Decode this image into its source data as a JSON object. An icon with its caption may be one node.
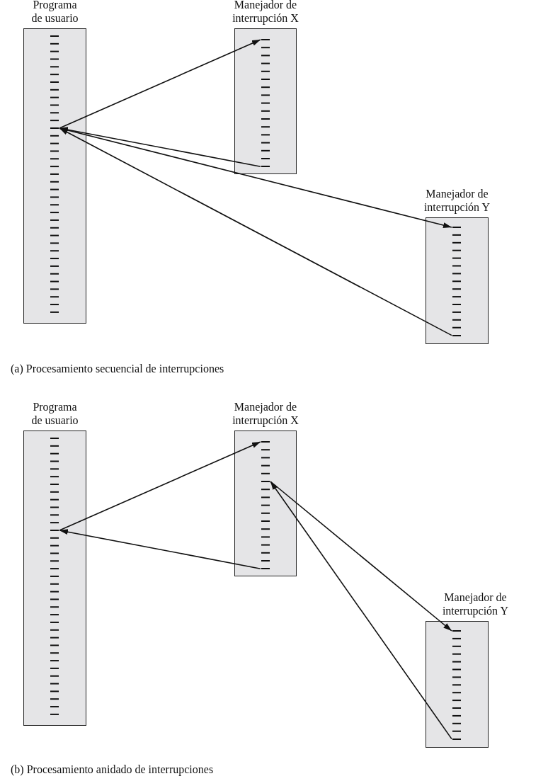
{
  "diagram": {
    "nodes": [
      {
        "text": [
          "Programa de usuario"
        ]
      },
      {
        "text": [],
        "shape": "bar",
        "in": 0
      },
      {
        "text": [
          "Manejador de interrupción X"
        ]
      },
      {
        "text": [],
        "shape": "bar",
        "in": 2
      },
      {
        "text": [],
        "shape": "bar",
        "in": 2
      },
      {
        "text": [
          "Manejador de interrupción Y"
        ]
      },
      {
        "text": [],
        "shape": "bar",
        "in": 5
      },
      {
        "text": [],
        "shape": "bar",
        "in": 5
      },
      {
        "text": [
          "Programa de usuario"
        ]
      },
      {
        "text": [],
        "shape": "bar",
        "in": 8
      },
      {
        "text": [
          "Manejador de interrupción X"
        ]
      },
      {
        "text": [],
        "shape": "bar",
        "in": 10
      },
      {
        "text": [],
        "shape": "bar",
        "in": 10
      },
      {
        "text": [],
        "shape": "bar",
        "in": 10
      },
      {
        "text": [
          "Manejador de interrupción Y"
        ]
      },
      {
        "text": [],
        "shape": "bar",
        "in": 14
      },
      {
        "text": [],
        "shape": "bar",
        "in": 14
      }
    ],
    "edges": [
      {
        "from": 1,
        "to": 3,
        "arrow": "to"
      },
      {
        "from": 4,
        "to": 1,
        "arrow": "to"
      },
      {
        "from": 1,
        "to": 6,
        "arrow": "to"
      },
      {
        "from": 7,
        "to": 1,
        "arrow": "to"
      },
      {
        "from": 9,
        "to": 11,
        "arrow": "to"
      },
      {
        "from": 13,
        "to": 9,
        "arrow": "to"
      },
      {
        "from": 12,
        "to": 15,
        "arrow": "to"
      },
      {
        "from": 16,
        "to": 12,
        "arrow": "to"
      }
    ],
    "labels": [
      "(a) Procesamiento secuencial de interrupciones",
      "(b) Procesamiento anidado de interrupciones"
    ]
  }
}
